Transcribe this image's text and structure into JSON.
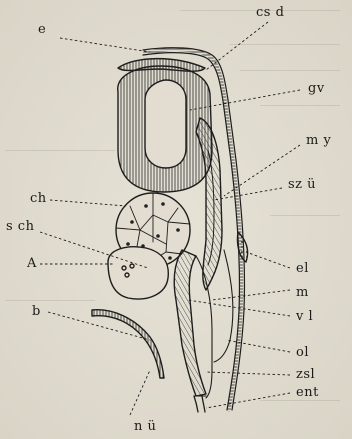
{
  "figure": {
    "labels": {
      "e": "e",
      "cs_d": "cs d",
      "gv": "gv",
      "m_y": "m y",
      "sz_u": "sz ü",
      "ch": "ch",
      "s_ch": "s ch",
      "A": "A",
      "el": "el",
      "m": "m",
      "v_l": "v l",
      "b": "b",
      "ol": "ol",
      "zsl": "zsl",
      "ent": "ent",
      "n_u": "n ü"
    }
  }
}
